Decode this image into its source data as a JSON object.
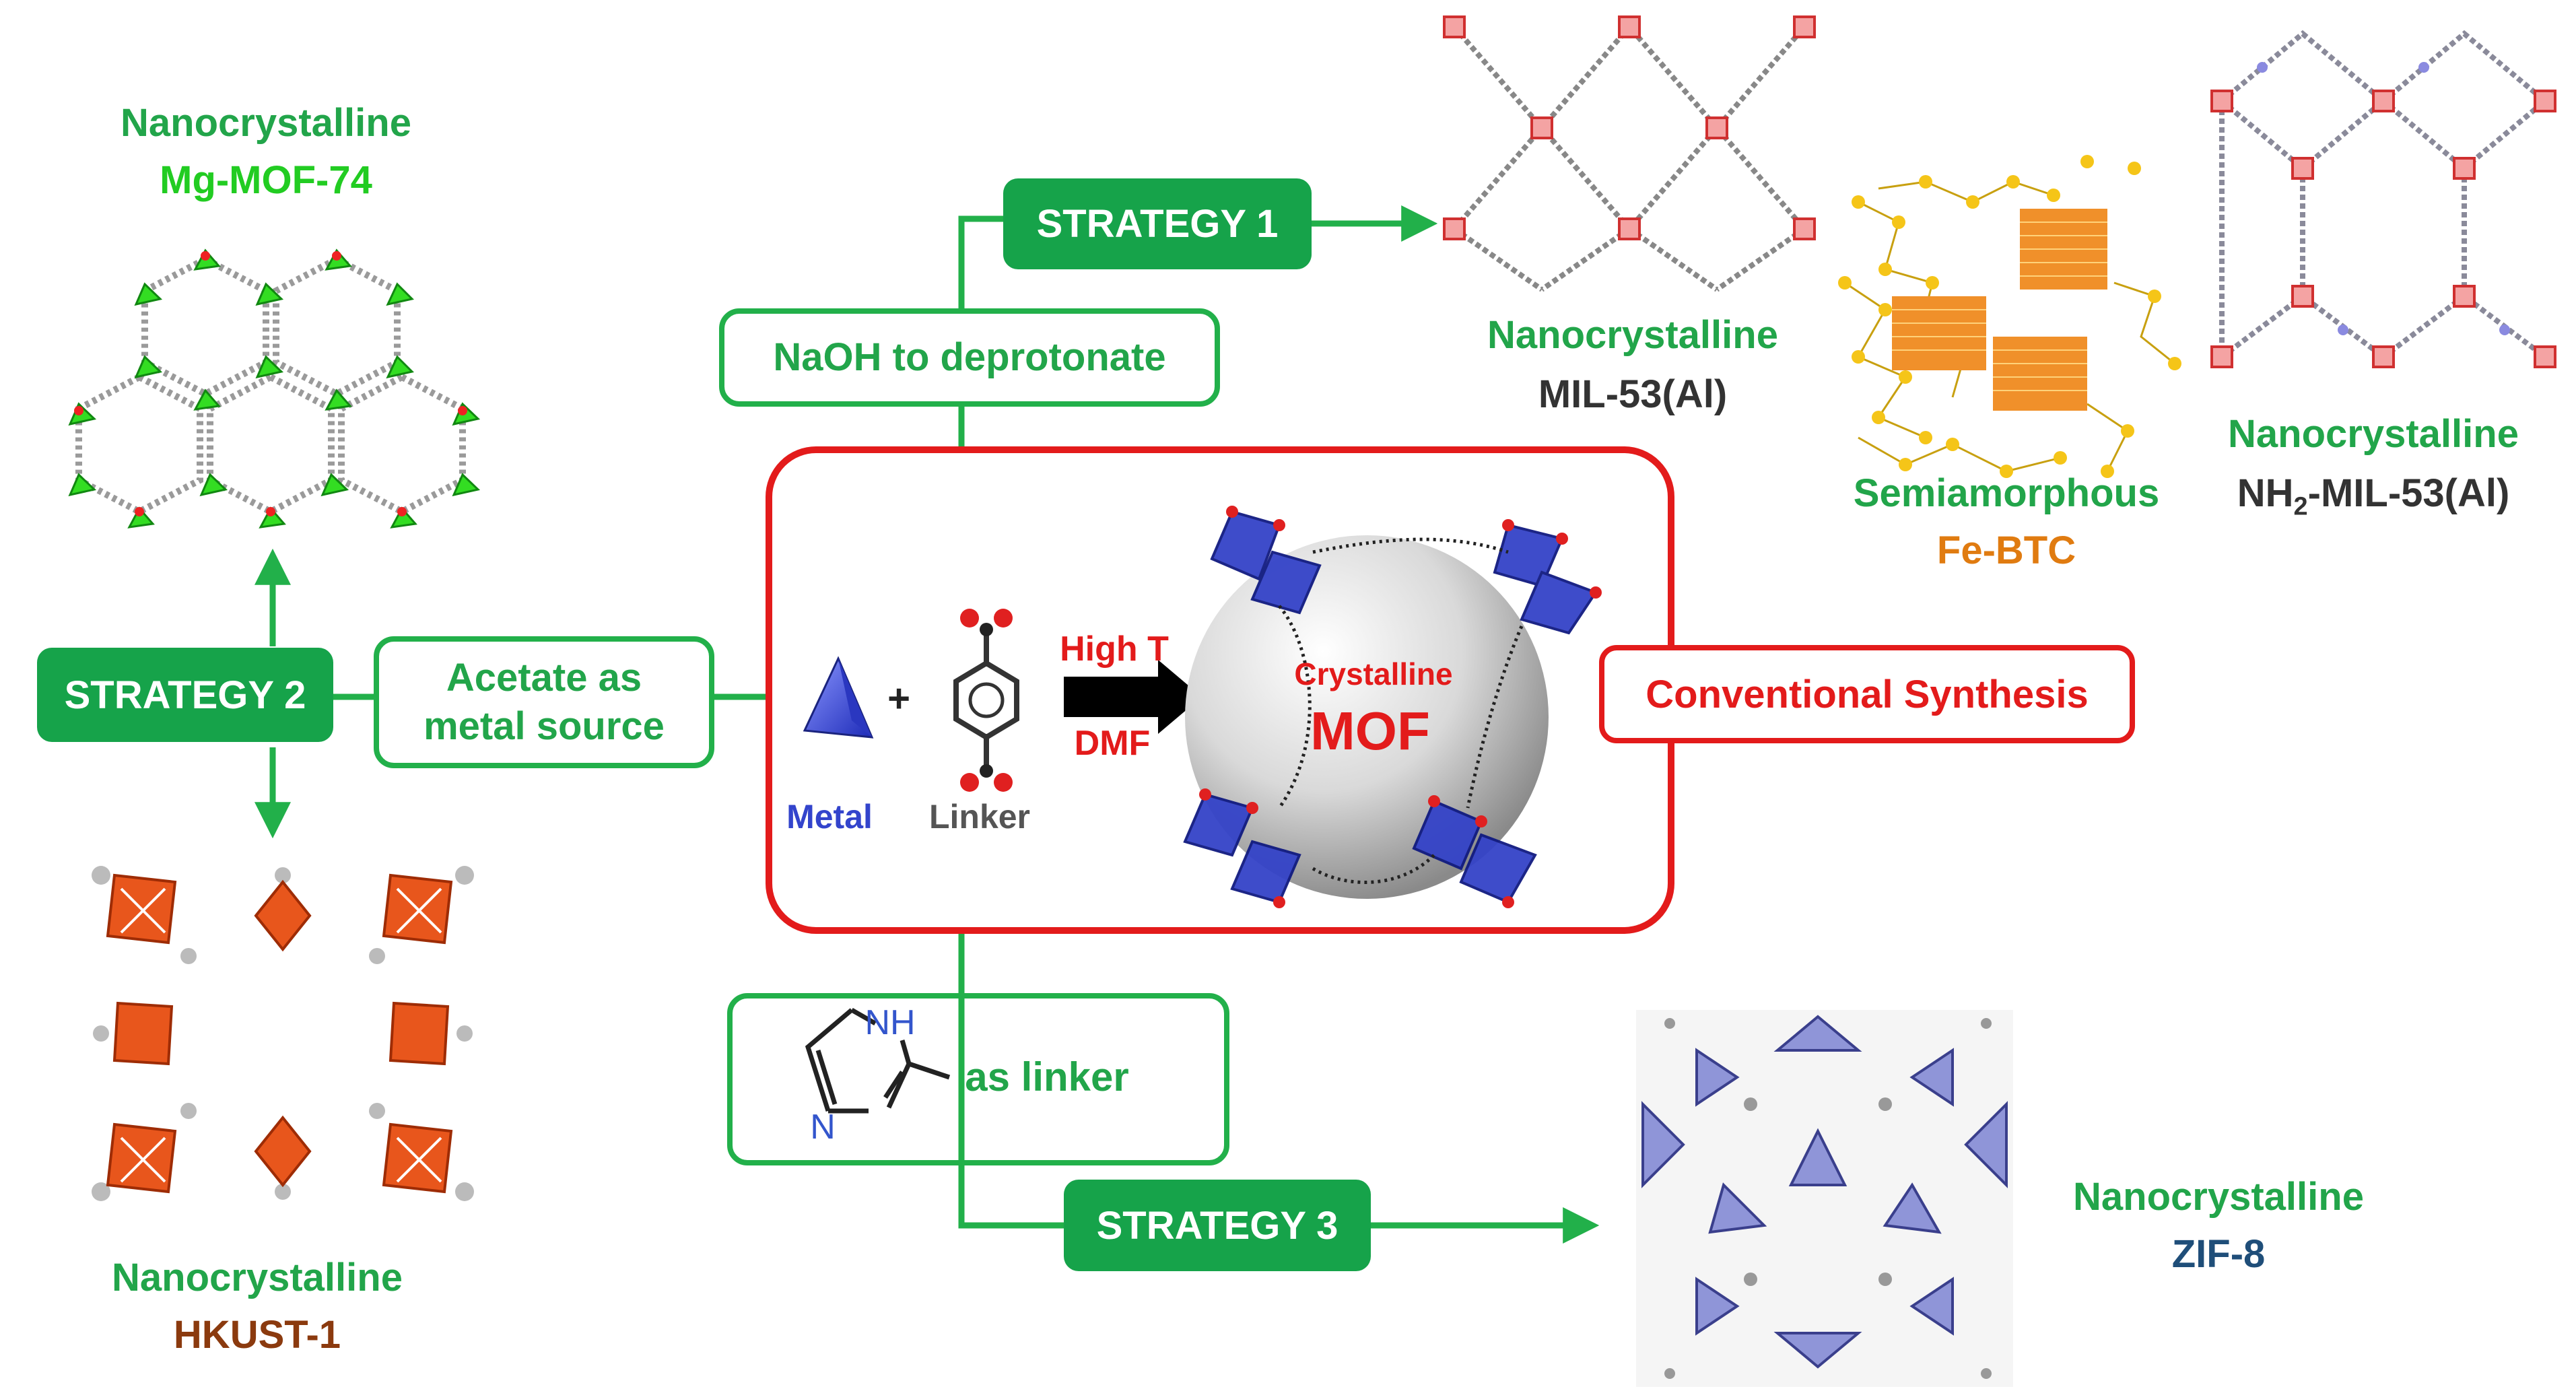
{
  "strategies": {
    "s1": "STRATEGY 1",
    "s2": "STRATEGY 2",
    "s3": "STRATEGY 3"
  },
  "conditions": {
    "naoh": "NaOH to deprotonate",
    "acetate_line1": "Acetate as",
    "acetate_line2": "metal source",
    "linker_suffix": "as linker",
    "imidazole_nh": "NH",
    "imidazole_n": "N"
  },
  "center": {
    "metal": "Metal",
    "linker": "Linker",
    "plus": "+",
    "high_t": "High T",
    "dmf": "DMF",
    "crystalline": "Crystalline",
    "mof": "MOF",
    "conventional": "Conventional Synthesis"
  },
  "products": {
    "mgmof": {
      "qualifier": "Nanocrystalline",
      "name": "Mg-MOF-74"
    },
    "hkust": {
      "qualifier": "Nanocrystalline",
      "name": "HKUST-1"
    },
    "mil53": {
      "qualifier": "Nanocrystalline",
      "name": "MIL-53(Al)"
    },
    "febtc": {
      "qualifier": "Semiamorphous",
      "name": "Fe-BTC"
    },
    "nh2mil": {
      "qualifier": "Nanocrystalline",
      "name_prefix": "NH",
      "name_sub": "2",
      "name_suffix": "-MIL-53(Al)"
    },
    "zif8": {
      "qualifier": "Nanocrystalline",
      "name": "ZIF-8"
    }
  },
  "colors": {
    "green": "#22a54a",
    "pill_green": "#16a34a",
    "red": "#e31b1b",
    "mgmof_name": "#22cc22",
    "hkust_name": "#8b3a0e",
    "febtc_name": "#e07b10",
    "zif8_name": "#1f4e79",
    "metal_text": "#3344cc"
  },
  "icons": [
    "mg-mof-74-structure",
    "hkust-1-structure",
    "mil-53-structure",
    "fe-btc-structure",
    "nh2-mil-53-structure",
    "zif-8-structure",
    "metal-tetrahedron-icon",
    "terephthalic-acid-icon",
    "reaction-arrow-icon",
    "mof-sphere-icon",
    "imidazole-icon"
  ]
}
